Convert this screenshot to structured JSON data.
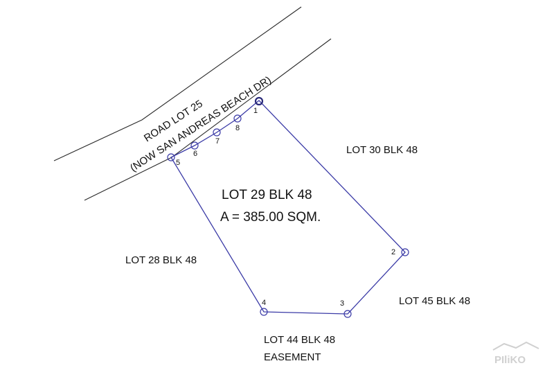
{
  "road": {
    "line1": "ROAD LOT 25",
    "line2": "(NOW SAN ANDREAS BEACH DR)"
  },
  "subject_lot": {
    "title": "LOT 29 BLK 48",
    "area": "A = 385.00 SQM."
  },
  "adjacent_lots": {
    "lot30": "LOT 30 BLK 48",
    "lot28": "LOT 28 BLK 48",
    "lot45": "LOT 45 BLK 48",
    "lot44": "LOT 44 BLK 48",
    "easement": "EASEMENT"
  },
  "corner_points": [
    "1",
    "2",
    "3",
    "4",
    "5",
    "6",
    "7",
    "8"
  ],
  "watermark": "PIliKO",
  "colors": {
    "boundary": "#3a3aa6",
    "road_edge": "#2a2a2a",
    "text": "#111111",
    "watermark": "#d0d0d0"
  }
}
